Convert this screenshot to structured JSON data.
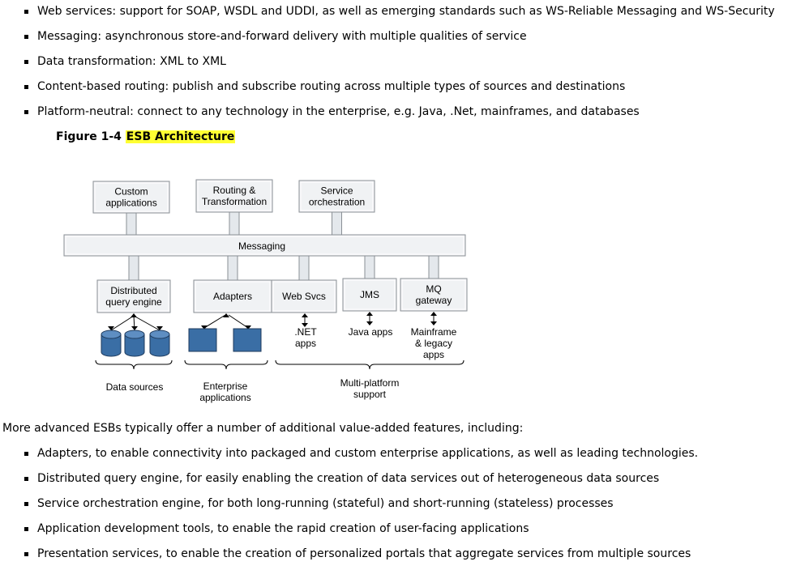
{
  "top_list": [
    "Web services: support for SOAP, WSDL and UDDI, as well as emerging standards such as WS-Reliable Messaging and WS-Security",
    "Messaging: asynchronous store-and-forward delivery with multiple qualities of service",
    "Data transformation: XML to XML",
    "Content-based routing: publish and subscribe routing across multiple types of sources and destinations",
    "Platform-neutral: connect to any technology in the enterprise, e.g. Java, .Net, mainframes, and databases"
  ],
  "figure": {
    "number": "Figure 1-4",
    "title": "ESB Architecture",
    "highlight_color": "#ffff33"
  },
  "diagram": {
    "top_boxes": [
      [
        "Custom",
        "applications"
      ],
      [
        "Routing &",
        "Transformation"
      ],
      [
        "Service",
        "orchestration"
      ]
    ],
    "bus_label": "Messaging",
    "bottom_boxes": [
      [
        "Distributed",
        "query engine"
      ],
      [
        "Adapters"
      ],
      [
        "Web Svcs"
      ],
      [
        "JMS"
      ],
      [
        "MQ",
        "gateway"
      ]
    ],
    "client_labels": [
      [
        ".NET",
        "apps"
      ],
      [
        "Java apps"
      ],
      [
        "Mainframe",
        "& legacy",
        "apps"
      ]
    ],
    "group_labels": [
      [
        "Data sources"
      ],
      [
        "Enterprise",
        "applications"
      ],
      [
        "Multi-platform",
        "support"
      ]
    ],
    "colors": {
      "box_fill": "#f0f2f4",
      "box_border": "#8a8f95",
      "connector_fill": "#e4e8ec",
      "shape_fill": "#3a6ea5",
      "shape_stroke": "#1e3a5c"
    }
  },
  "intro_text": "More advanced ESBs typically offer a number of additional value-added features, including:",
  "bottom_list": [
    "Adapters, to enable connectivity into packaged and custom enterprise applications, as well as leading technologies.",
    "Distributed query engine, for easily enabling the creation of data services out of heterogeneous data sources",
    "Service orchestration engine, for both long-running (stateful) and short-running (stateless) processes",
    "Application development tools, to enable the rapid creation of user-facing applications",
    "Presentation services, to enable the creation of personalized portals that aggregate services from multiple sources"
  ]
}
